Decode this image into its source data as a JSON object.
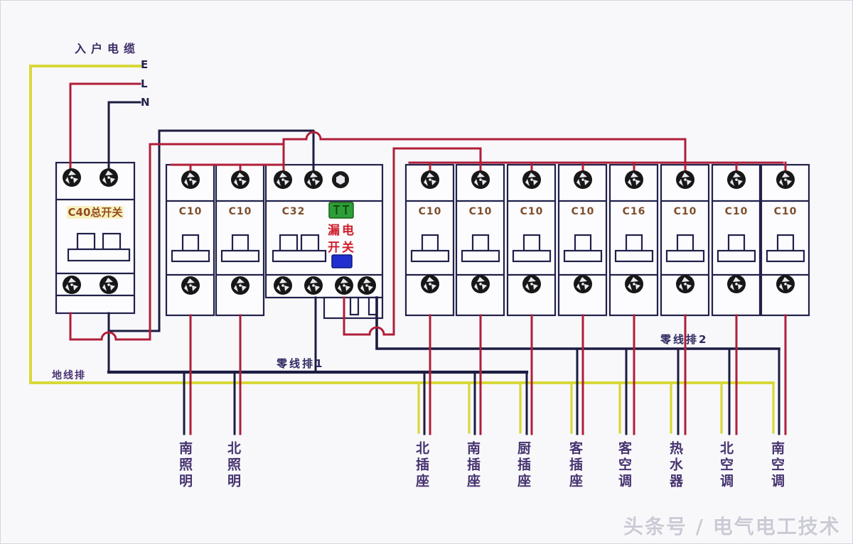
{
  "diagram": {
    "incoming_cable_label": "入户电缆",
    "wire_labels": [
      "E",
      "L",
      "N"
    ],
    "main_breaker_label": "C40总开关",
    "rcd_group_breakers": [
      "C10",
      "C10",
      "C32"
    ],
    "rcd_label": [
      "漏电",
      "开关"
    ],
    "branch_breakers": [
      "C10",
      "C10",
      "C10",
      "C10",
      "C16",
      "C10",
      "C10",
      "C10"
    ],
    "neutral_bus1_label": "零线排1",
    "neutral_bus2_label": "零线排2",
    "ground_bus_label": "地线排",
    "circuit_labels": [
      "南照明",
      "北照明",
      "北插座",
      "南插座",
      "厨插座",
      "客插座",
      "客空调",
      "热水器",
      "北空调",
      "南空调"
    ],
    "watermark": "头条号 / 电气电工技术",
    "colors": {
      "live": "#b01e38",
      "neutral": "#1c1c42",
      "ground": "#d8d83a"
    }
  }
}
